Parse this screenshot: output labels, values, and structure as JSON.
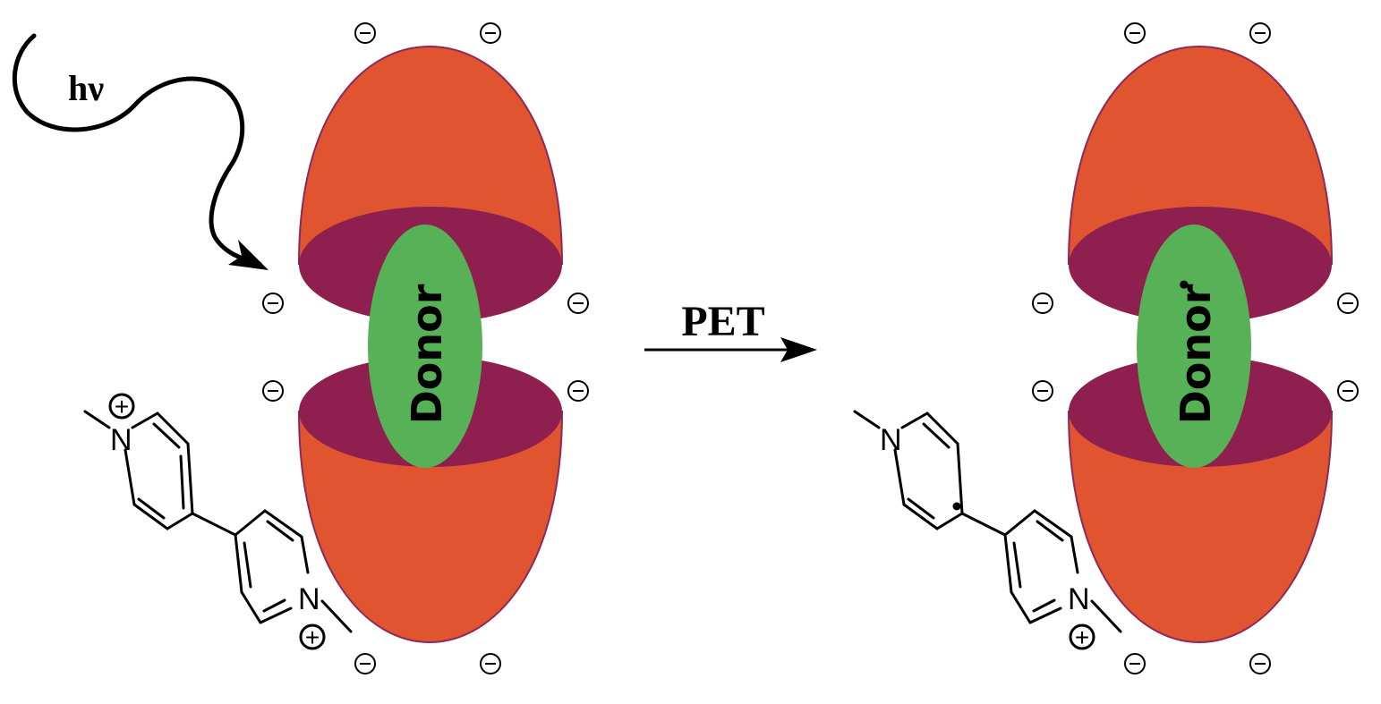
{
  "light_label": "hν",
  "process_label": "PET",
  "left_donor_label": "Donor",
  "right_donor_label": "Donor",
  "right_donor_mark": "•",
  "atom_N": "N",
  "charge_plus": "+",
  "charge_minus": "−",
  "colors": {
    "cup_fill": "#E05430",
    "cup_edge": "#8B2A5A",
    "rim_fill": "#8E1F4F",
    "donor_fill": "#57B257",
    "ink": "#000000"
  }
}
